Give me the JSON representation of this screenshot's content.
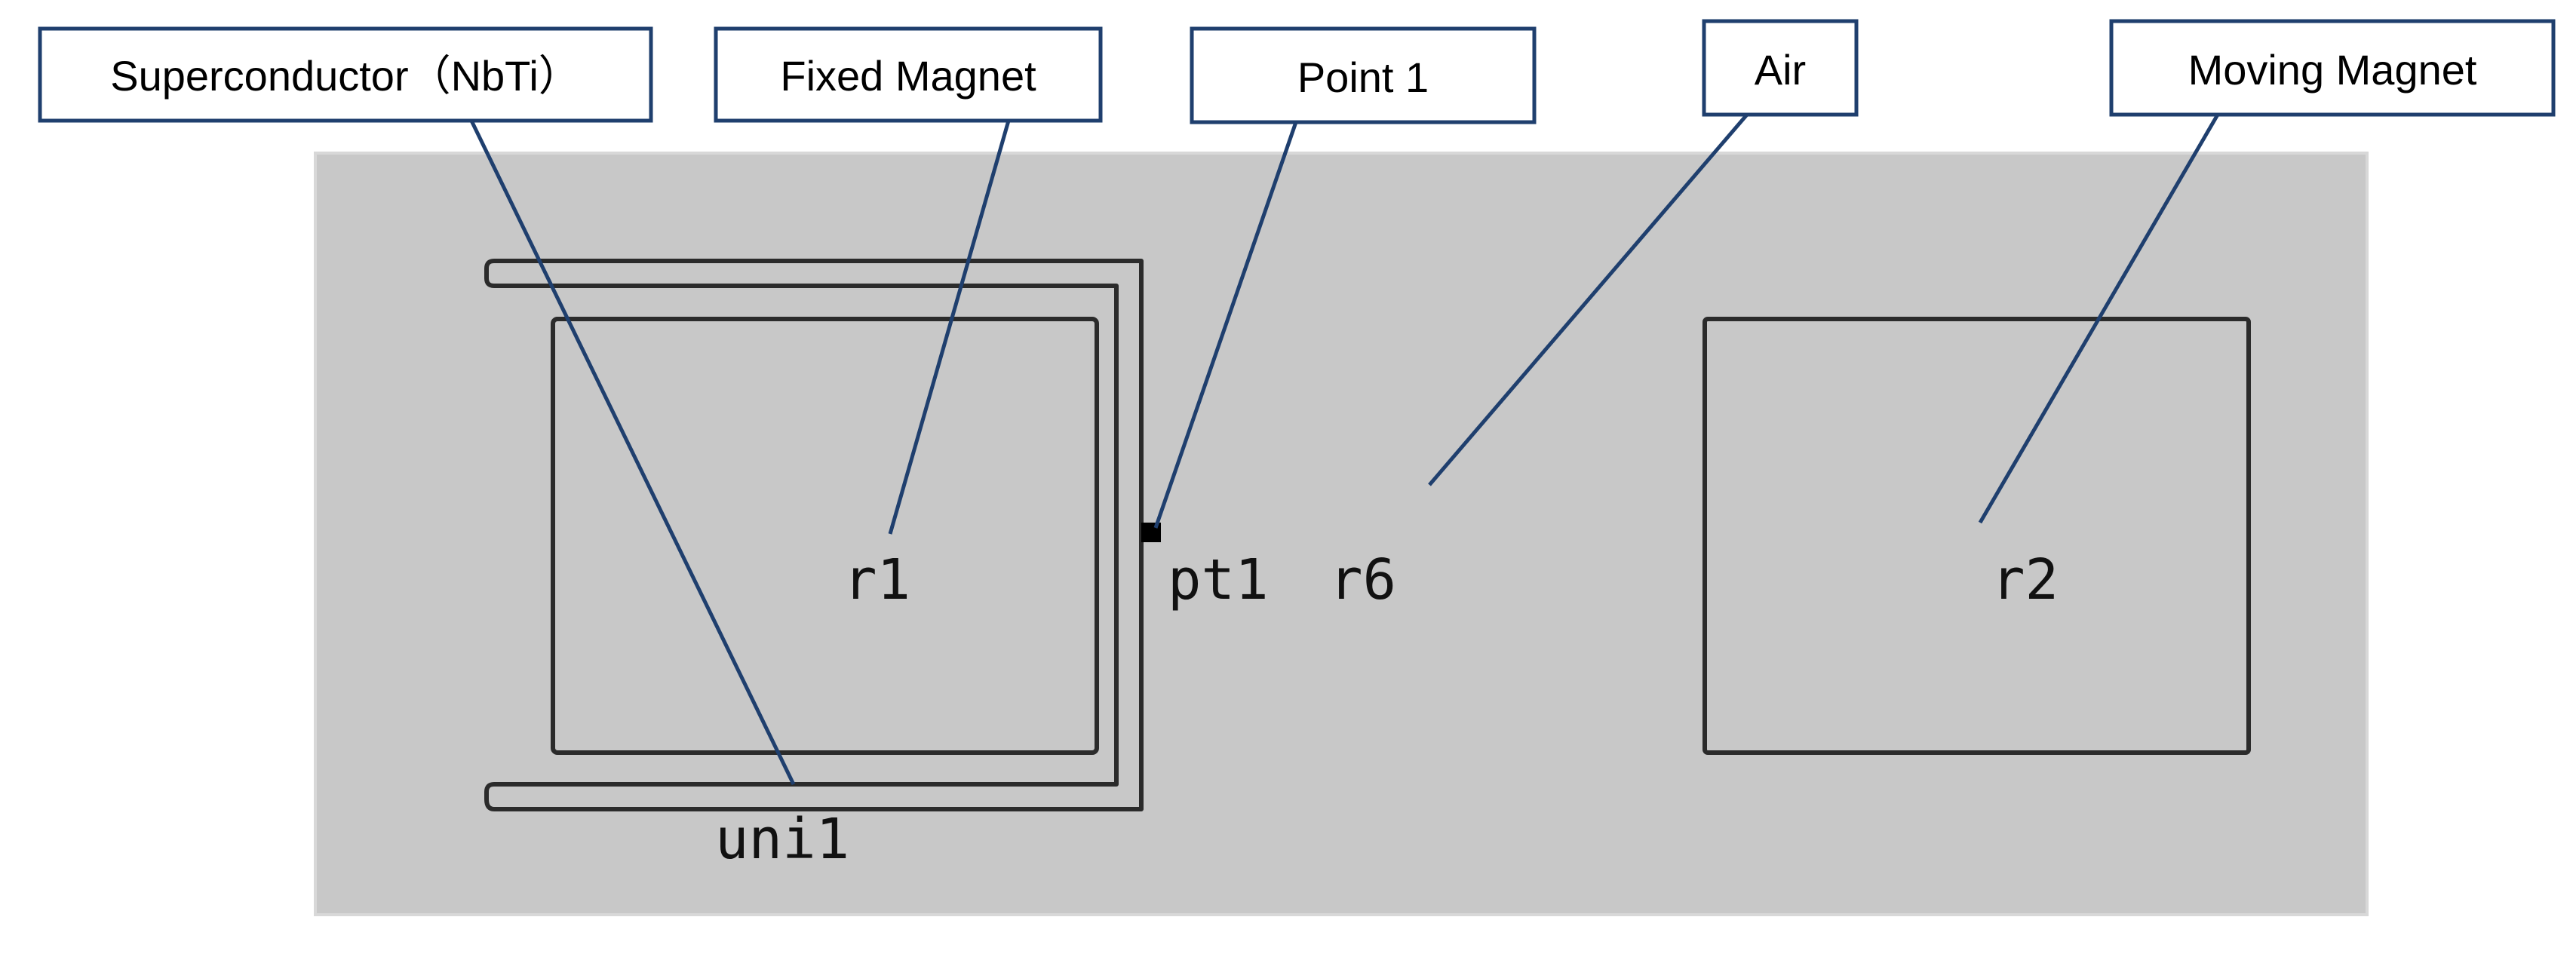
{
  "colors": {
    "canvas_fill": "#c8c8c8",
    "outline": "#2b2b2b",
    "leader_line": "#1f3f6e",
    "callout_border": "#1f3f6e",
    "callout_fill": "#ffffff",
    "point_marker": "#000000"
  },
  "callouts": {
    "superconductor": "Superconductor（NbTi）",
    "fixed_magnet": "Fixed Magnet",
    "point1": "Point 1",
    "air": "Air",
    "moving_magnet": "Moving Magnet"
  },
  "regions": {
    "r1": "r1",
    "r2": "r2",
    "r6": "r6",
    "pt1": "pt1",
    "uni1": "uni1"
  }
}
